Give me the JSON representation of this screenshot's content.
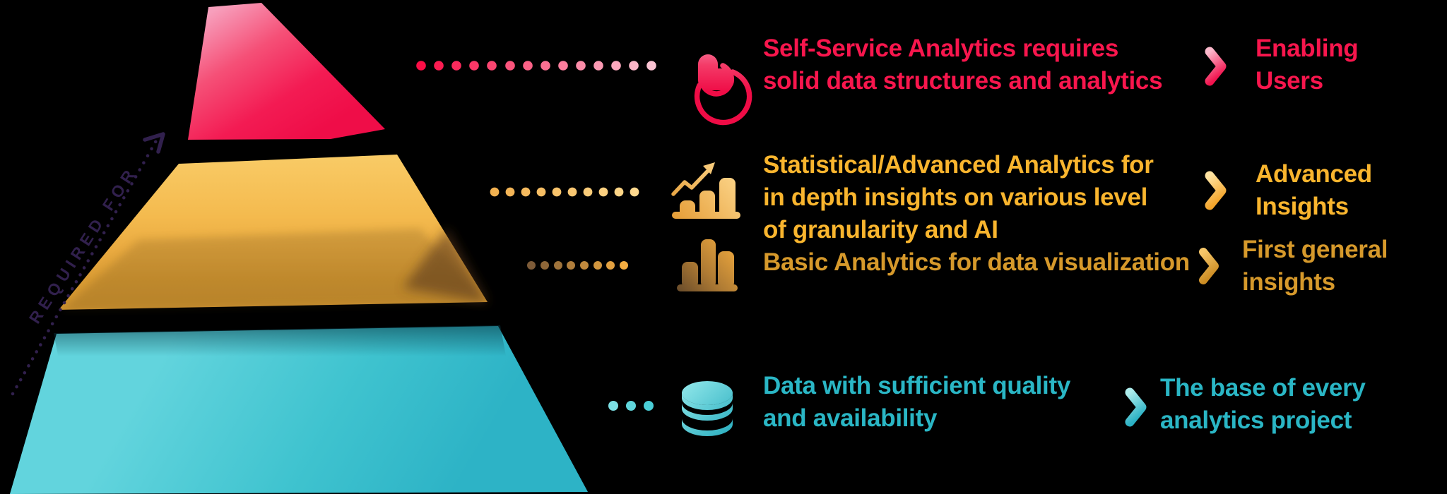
{
  "background": "#000000",
  "required_for": {
    "label": "REQUIRED FOR",
    "color": "#31204d"
  },
  "pyramid": {
    "layers": [
      {
        "name": "top-layer",
        "meaning": "Self-Service Analytics",
        "color_top": "#f79fbc",
        "color_bottom": "#ef0d48"
      },
      {
        "name": "middle-layer",
        "meaning": "Statistical / Advanced & Basic Analytics",
        "color_top": "#f9cb66",
        "color_bottom": "#d09430"
      },
      {
        "name": "bottom-layer",
        "meaning": "Data foundation",
        "color_top": "#62d4dd",
        "color_bottom": "#2db3c6"
      }
    ]
  },
  "rows": [
    {
      "icon": "tap-icon",
      "color": "#f8164d",
      "desc_line1": "Self-Service Analytics requires",
      "desc_line2": "solid data structures and analytics",
      "label_line1": "Enabling",
      "label_line2": "Users"
    },
    {
      "icon": "trend-bar-chart-icon",
      "color": "#f9b52e",
      "desc_line1": "Statistical/Advanced Analytics for",
      "desc_line2": "in depth insights on various level",
      "desc_line3": "of granularity and AI",
      "label_line1": "Advanced",
      "label_line2": "Insights"
    },
    {
      "icon": "bar-chart-icon",
      "color": "#d6992b",
      "desc_line1": "Basic Analytics for data visualization",
      "label_line1": "First general",
      "label_line2": "insights"
    },
    {
      "icon": "database-icon",
      "color": "#2ab6c5",
      "desc_line1": "Data with sufficient quality",
      "desc_line2": "and availability",
      "label_line1": "The base of every",
      "label_line2": "analytics project"
    }
  ],
  "dotted_connectors": [
    {
      "row": 1,
      "dots": 14,
      "color_from": "#fb0e46",
      "color_to": "#fbc4d3"
    },
    {
      "row": 2,
      "dots": 10,
      "color_from": "#f2b150",
      "color_to": "#ffd98e"
    },
    {
      "row": 3,
      "dots": 8,
      "color_from": "#7d5b38",
      "color_to": "#f4ad41"
    },
    {
      "row": 4,
      "dots": 3,
      "color_from": "#7cdfe4",
      "color_to": "#4aced7"
    }
  ]
}
